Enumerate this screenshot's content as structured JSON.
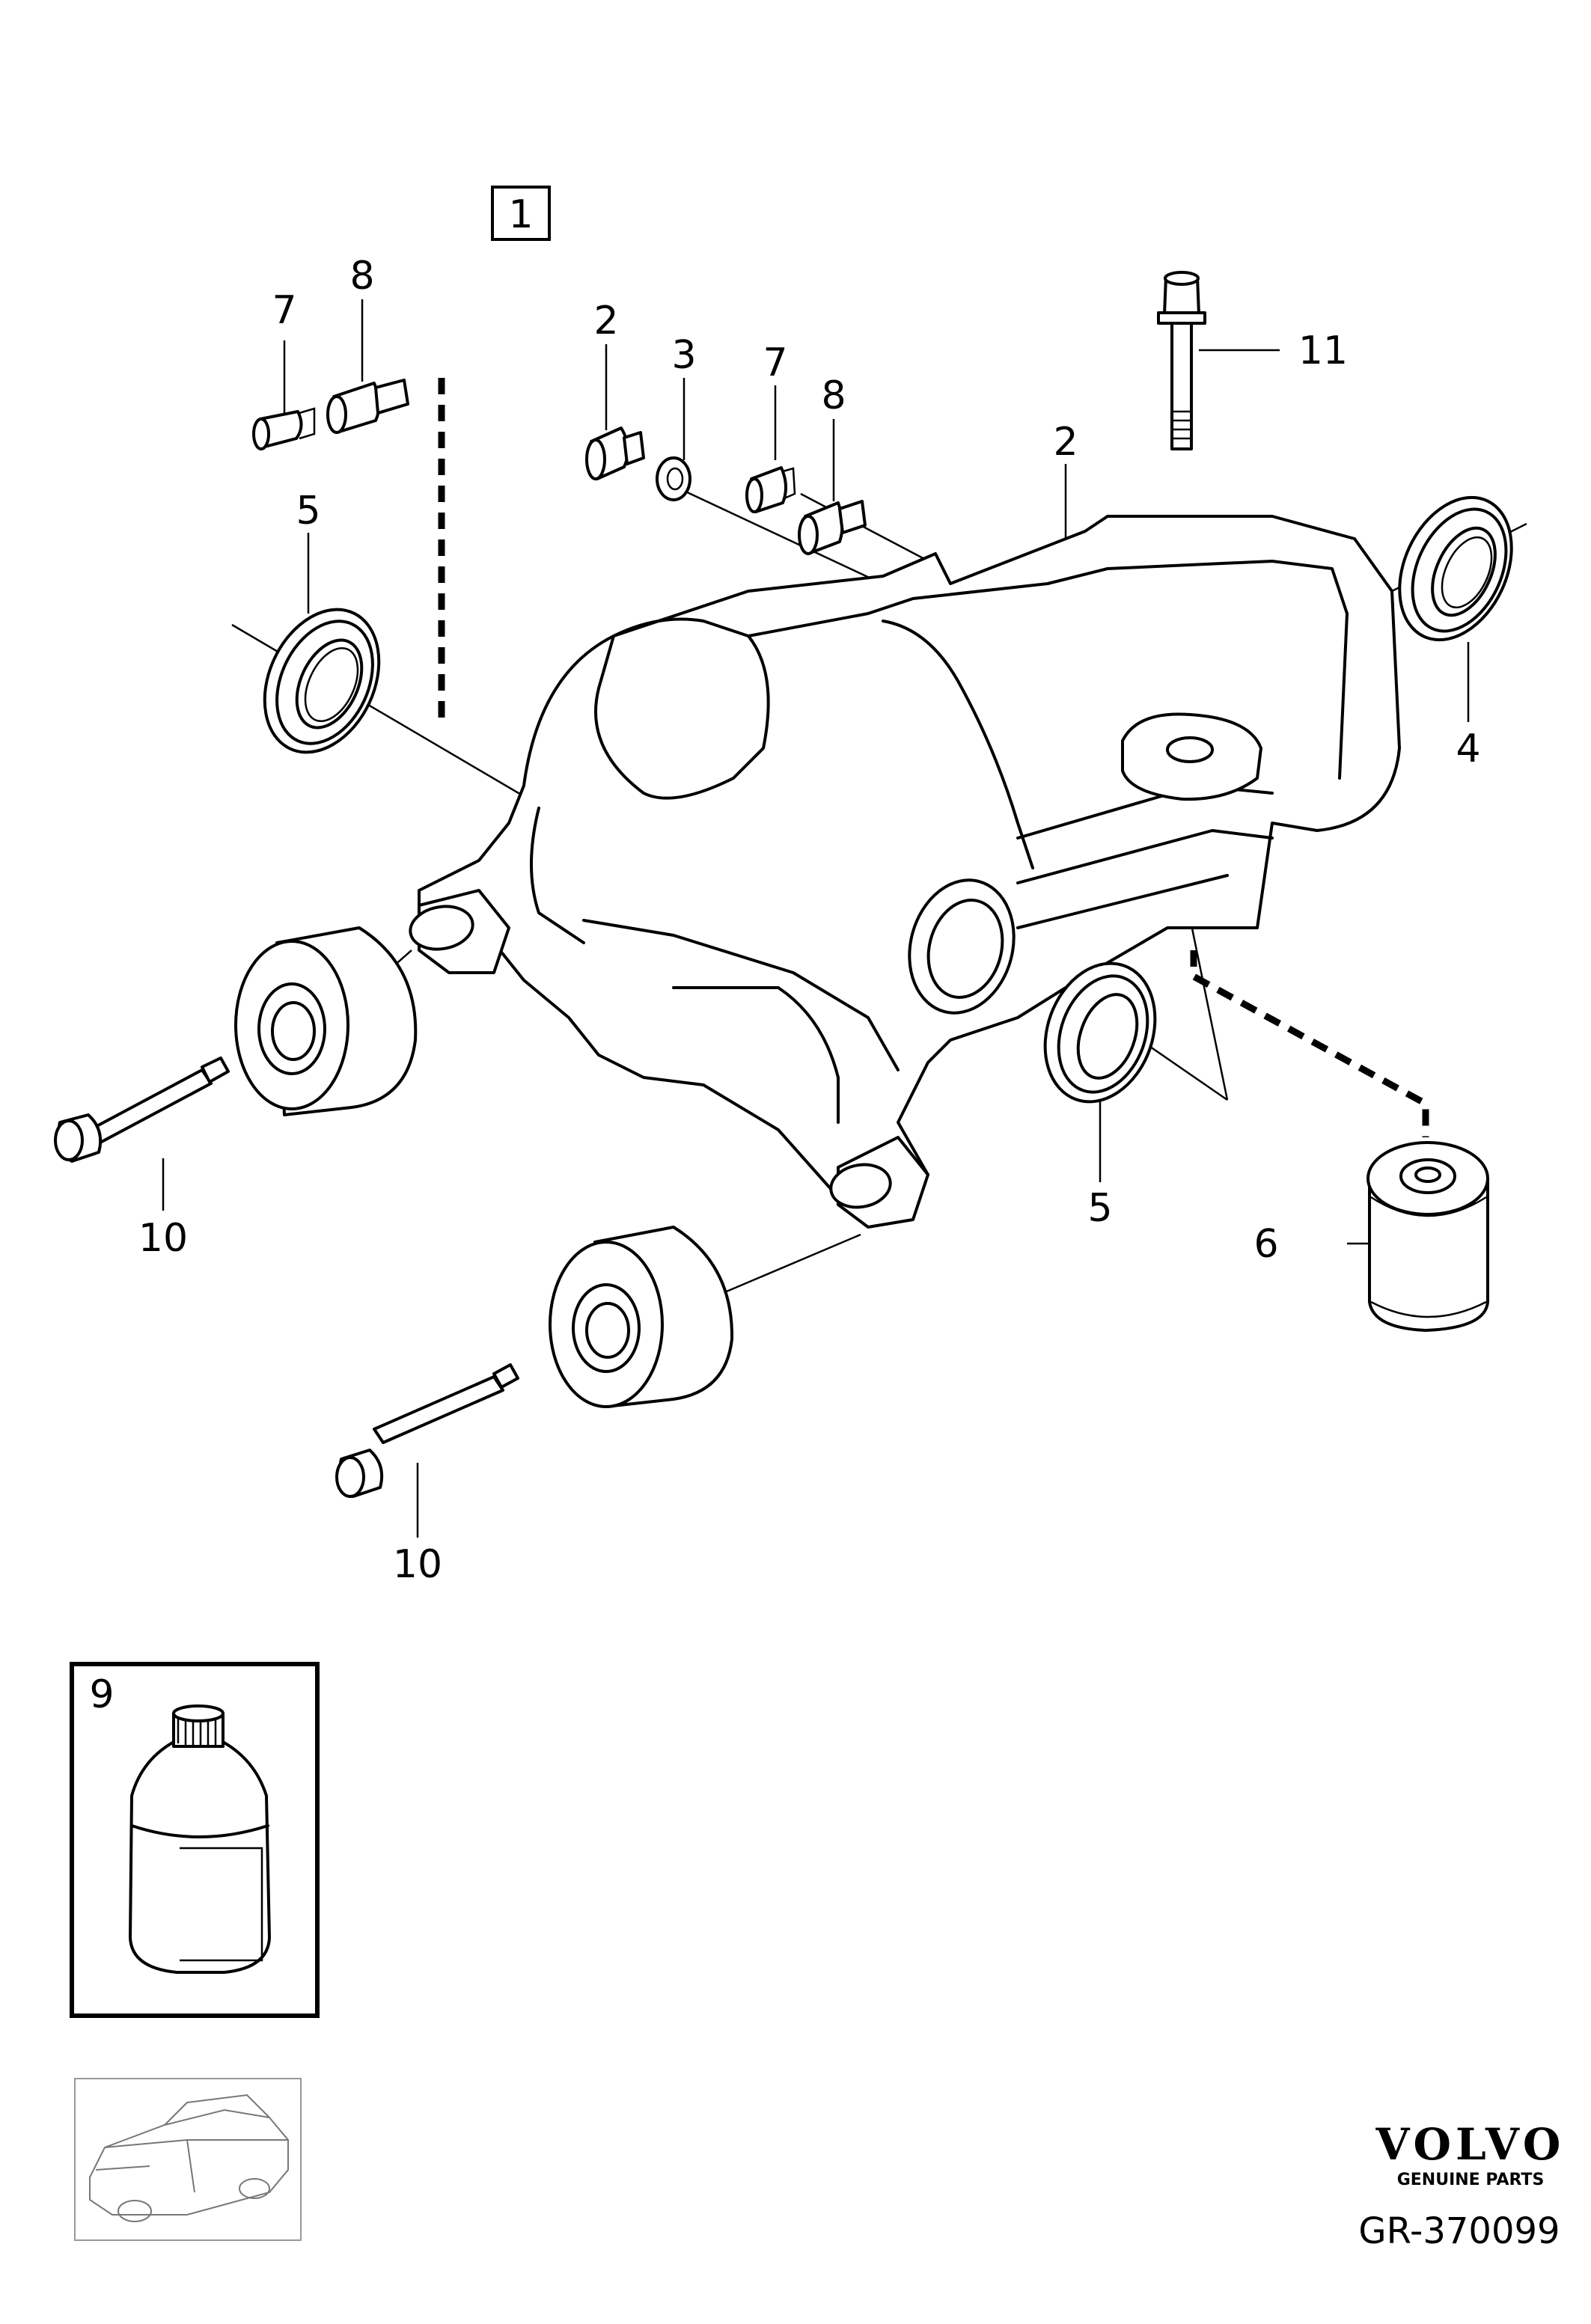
{
  "diagram": {
    "assembly_number": "1",
    "callouts": {
      "c2_plug": "2",
      "c3_washer": "3",
      "c7_left": "7",
      "c8_left": "8",
      "c7_center": "7",
      "c8_center": "8",
      "c2_housing": "2",
      "c11_bolt": "11",
      "c5_upper_left": "5",
      "c4_right_seal": "4",
      "c5_lower": "5",
      "c6_bushing": "6",
      "c10_upper": "10",
      "c10_lower": "10",
      "c9_fluid": "9"
    }
  },
  "footer": {
    "brand": "VOLVO",
    "brand_sub": "GENUINE PARTS",
    "code": "GR-370099"
  }
}
